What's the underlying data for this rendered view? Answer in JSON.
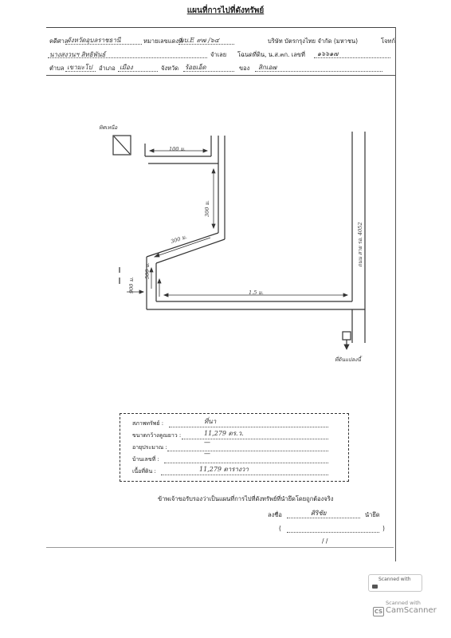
{
  "doc": {
    "title": "แผนที่การไปที่ดังทรัพย์",
    "header": {
      "court_label": "คดีศาล",
      "court_value": "จังหวัดอุบลราชธานี",
      "case_label": "หมายเลขแดงที่",
      "case_value": "ผบ.E ๙๗ /๖๔",
      "plaintiff": "บริษัท บัตรกรุงไทย จำกัด (มหาชน)",
      "role_plaintiff": "โจทก์",
      "defendant_value": "นางสงวนฯ สิทธิพันธ์",
      "defendant_label": "จำเลย",
      "deed_label": "โฉนดที่ดิน, น.ส.๓ก. เลขที่",
      "deed_value": "๑๖๖๑๗",
      "subdistrict_label": "ตำบล",
      "subdistrict_value": "เขามะโป",
      "district_label": "อำเภอ",
      "district_value": "เมือง",
      "province_label": "จังหวัด",
      "province_value": "ร้อยเอ็ด",
      "owner_label": "ของ",
      "owner_value": "สิกเอ๗"
    },
    "map": {
      "north_label": "ทิศเหนือ",
      "dist_top": "100 ม.",
      "dist_vertical": "300 ม.",
      "dist_diag": "300 ม.",
      "dist_left": "500 ม.",
      "dist_left_small": "900 ม.",
      "dist_bottom": "1.5 ม.",
      "road_label": "ถนน สาย รอ. 4052",
      "property_label": "ที่ดินแปลงนี้"
    },
    "details": {
      "condition_label": "สภาพทรัพย์ :",
      "condition_value": "ที่นา",
      "size_label": "ขนาดกว้างคูณยาว :",
      "size_value": "11,279 ตร.ว.",
      "age_label": "อายุประมาณ :",
      "age_value": "—",
      "house_label": "บ้านเลขที่ :",
      "house_value": "—",
      "area_label": "เนื้อที่ดิน :",
      "area_value": "11,279 ตารางวา"
    },
    "footer": {
      "statement": "ข้าพเจ้าขอรับรองว่าเป็นแผนที่การไปที่ดังทรัพย์ที่นำยึดโดยถูกต้องจริง",
      "sign_label": "ลงชื่อ",
      "signer": "ศิริชัย",
      "role": "นำยึด",
      "paren_open": "(",
      "paren_close": ")",
      "date_slashes": "/          /"
    },
    "scanner": {
      "badge_text": "Scanned with",
      "brand_top": "Scanned with",
      "brand": "CamScanner"
    }
  }
}
